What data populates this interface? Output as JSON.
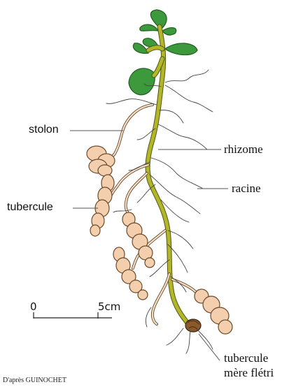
{
  "labels": {
    "stolon": "stolon",
    "tubercule": "tubercule",
    "rhizome": "rhizome",
    "racine": "racine",
    "tubercule_mere_line1": "tubercule",
    "tubercule_mere_line2": "mère flétri"
  },
  "scale_bar": {
    "start": "0",
    "end": "5cm"
  },
  "credit": "D'après GUINOCHET",
  "colors": {
    "leaf": "#3c9a3c",
    "leaf_dark": "#1f5e1f",
    "stem": "#b5b52a",
    "stem_outline": "#4a5a10",
    "tuber": "#f3cfae",
    "tuber_outline": "#6b4a2a",
    "mother_tuber": "#8a5a2a",
    "root": "#444444"
  }
}
